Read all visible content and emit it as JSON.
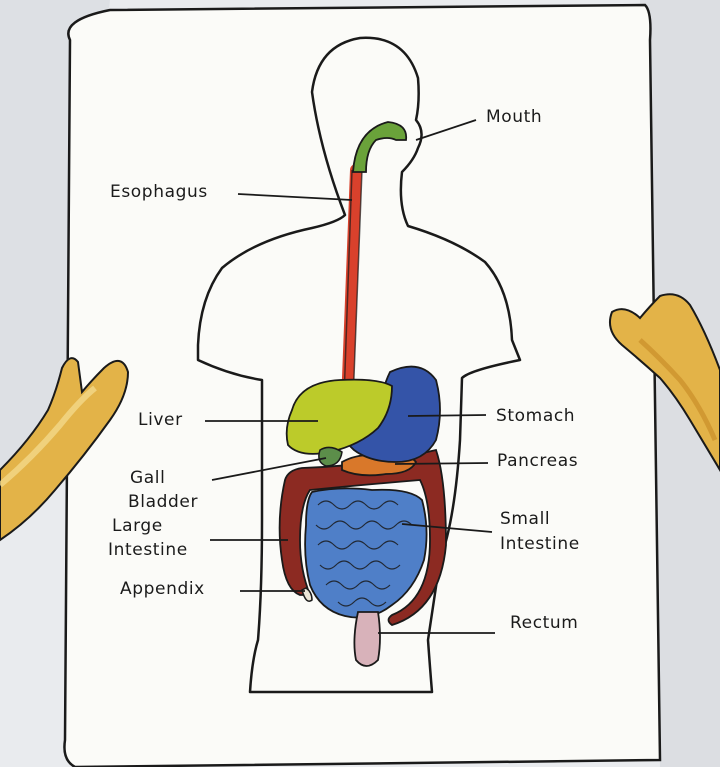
{
  "colors": {
    "background": "#e9ebee",
    "paper": "#fbfbf8",
    "outline": "#1a1a1a",
    "mouth_green": "#6aa23a",
    "esophagus_red": "#d9412c",
    "liver_yellow_green": "#bccb2a",
    "stomach_blue": "#3454a8",
    "pancreas_orange": "#d9782a",
    "large_intestine_maroon": "#8c2a22",
    "small_intestine_blue": "#4f7fc8",
    "rectum_pink": "#d8b2ba",
    "gall_bladder_green": "#5c8e4a",
    "hand_skin": "#e3b348"
  },
  "labels": {
    "mouth": "Mouth",
    "esophagus": "Esophagus",
    "liver": "Liver",
    "stomach": "Stomach",
    "gall_bladder_line1": "Gall",
    "gall_bladder_line2": "Bladder",
    "pancreas": "Pancreas",
    "large_intestine_line1": "Large",
    "large_intestine_line2": "Intestine",
    "small_intestine_line1": "Small",
    "small_intestine_line2": "Intestine",
    "appendix": "Appendix",
    "rectum": "Rectum"
  }
}
